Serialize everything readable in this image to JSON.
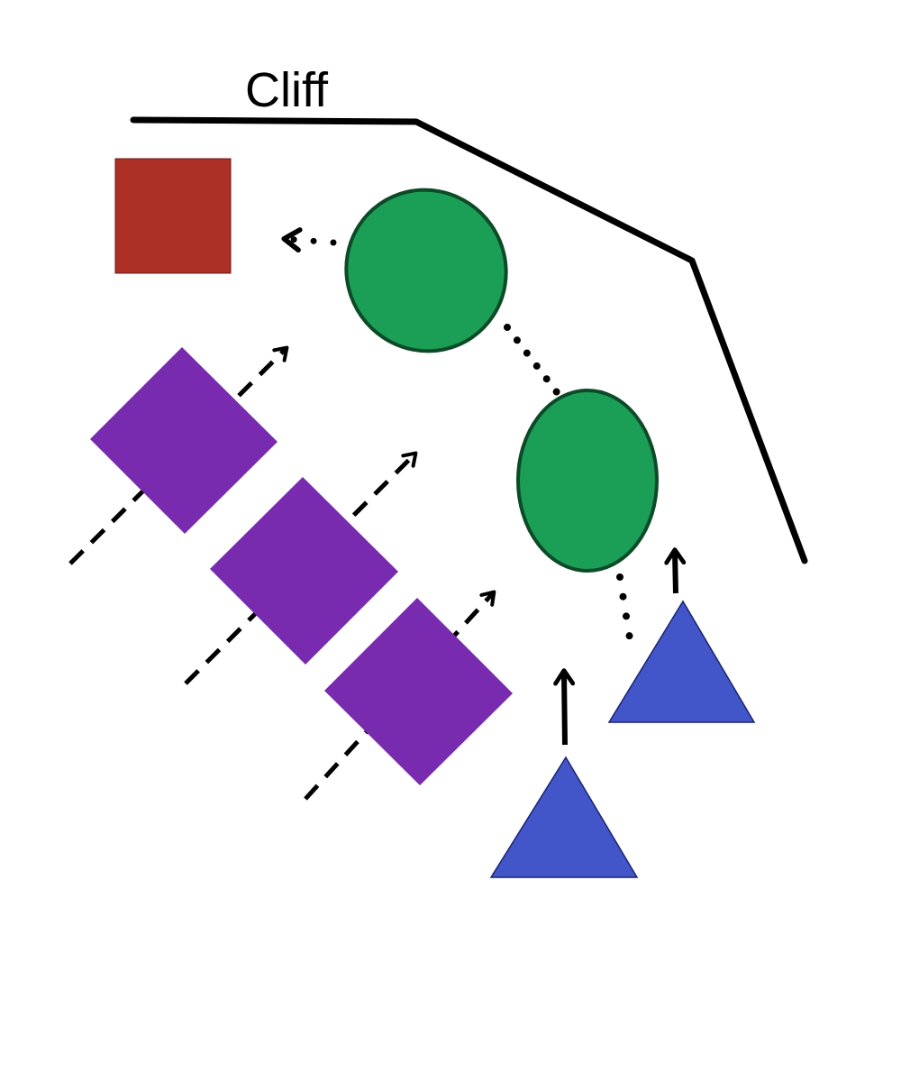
{
  "labels": {
    "cliff": "Cliff"
  },
  "colors": {
    "square": "#AD3027",
    "diamond": "#782BAF",
    "ellipse": "#1B9E55",
    "ellipse_stroke": "#0C4A28",
    "triangle": "#4256C9",
    "triangle_stroke": "#1A2470",
    "line": "#000000"
  },
  "shapes": {
    "square_count": 1,
    "diamond_count": 3,
    "ellipse_count": 2,
    "triangle_count": 2
  }
}
